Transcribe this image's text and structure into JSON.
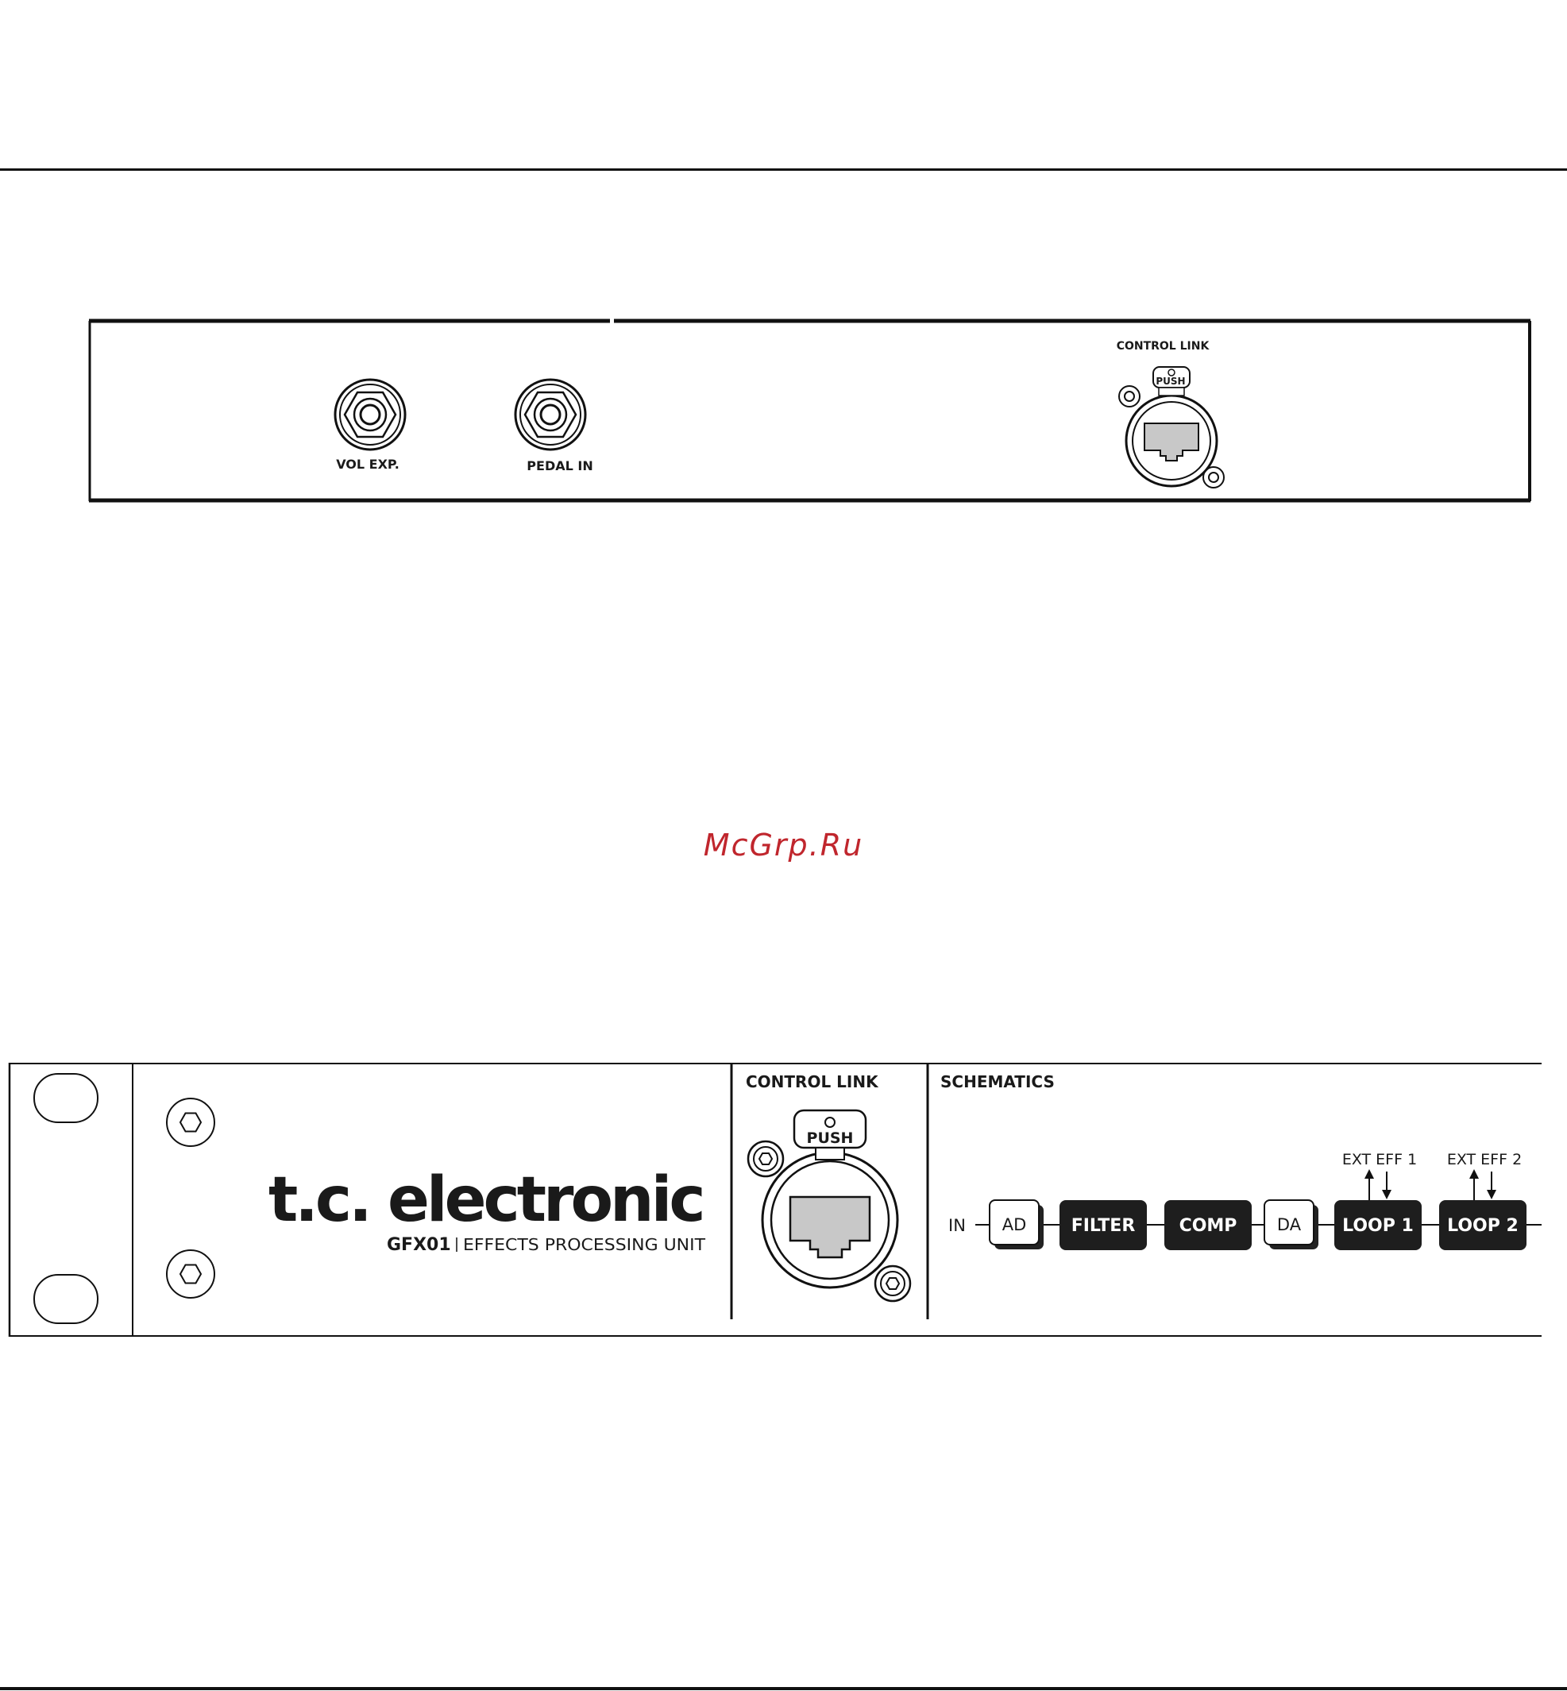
{
  "rear_panel": {
    "jacks": [
      {
        "label": "VOL EXP."
      },
      {
        "label": "PEDAL IN"
      }
    ],
    "control_link_label": "CONTROL LINK",
    "push_label": "PUSH"
  },
  "watermark": {
    "text": "McGrp.Ru",
    "color": "#c0262d"
  },
  "front_panel": {
    "brand": "t.c. electronic",
    "model": "GFX01",
    "model_desc": "EFFECTS PROCESSING UNIT",
    "control_link_label": "CONTROL LINK",
    "push_label": "PUSH",
    "schematics_label": "SCHEMATICS",
    "schematic": {
      "in_label": "IN",
      "blocks": [
        {
          "label": "AD",
          "style": "outline"
        },
        {
          "label": "FILTER",
          "style": "filled"
        },
        {
          "label": "COMP",
          "style": "filled"
        },
        {
          "label": "DA",
          "style": "outline"
        },
        {
          "label": "LOOP 1",
          "style": "filled"
        },
        {
          "label": "LOOP 2",
          "style": "filled"
        }
      ],
      "ext_labels": [
        "EXT EFF 1",
        "EXT EFF 2"
      ]
    }
  }
}
